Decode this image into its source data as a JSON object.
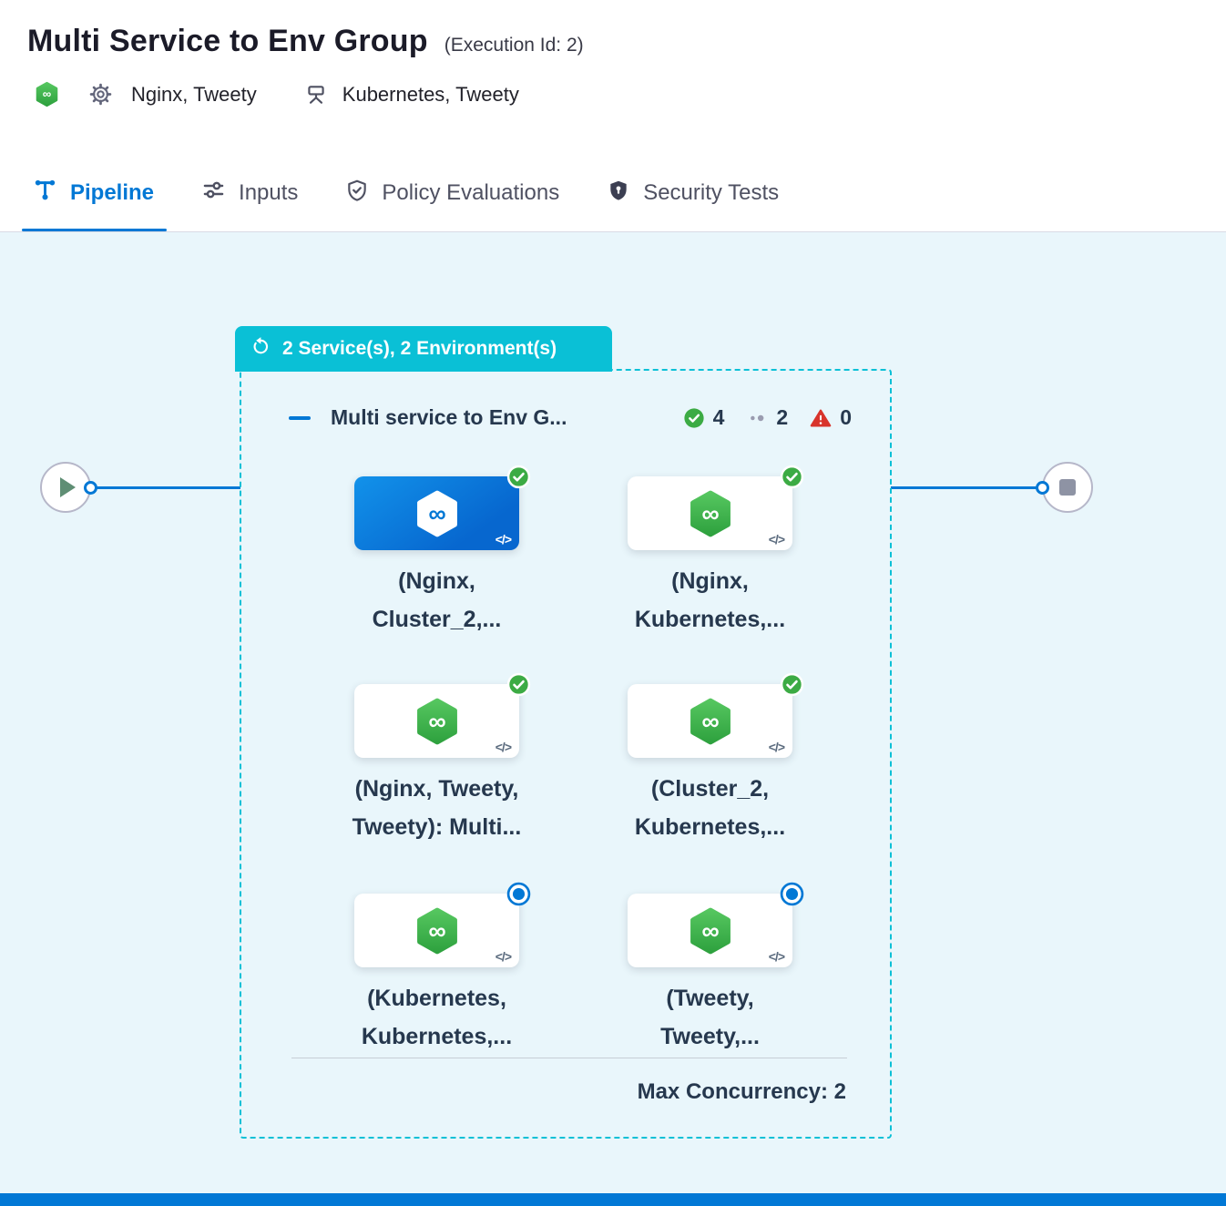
{
  "header": {
    "title": "Multi Service to Env Group",
    "execution_id": "(Execution Id: 2)",
    "services": "Nginx, Tweety",
    "environments": "Kubernetes, Tweety"
  },
  "tabs": {
    "pipeline": "Pipeline",
    "inputs": "Inputs",
    "policy": "Policy Evaluations",
    "security": "Security Tests"
  },
  "canvas": {
    "banner": "2 Service(s), 2 Environment(s)",
    "stage_title": "Multi service to Env G...",
    "counts": {
      "success": "4",
      "pending": "2",
      "failed": "0"
    },
    "max_concurrency": "Max Concurrency: 2",
    "nodes": [
      {
        "line1": "(Nginx,",
        "line2": "Cluster_2,...",
        "status": "Success"
      },
      {
        "line1": "(Nginx,",
        "line2": "Kubernetes,...",
        "status": "Success"
      },
      {
        "line1": "(Nginx, Tweety,",
        "line2": "Tweety): Multi...",
        "status": "Success"
      },
      {
        "line1": "(Cluster_2,",
        "line2": "Kubernetes,...",
        "status": "Success"
      },
      {
        "line1": "(Kubernetes,",
        "line2": "Kubernetes,...",
        "status": "Running"
      },
      {
        "line1": "(Tweety,",
        "line2": "Tweety,...",
        "status": "Running"
      }
    ]
  },
  "icons": {
    "code": "</>"
  },
  "colors": {
    "accent_blue": "#0278d5",
    "teal": "#0ac0d6",
    "success_green": "#3cab44",
    "error_red": "#d8342c",
    "canvas_bg": "#e9f6fb"
  }
}
